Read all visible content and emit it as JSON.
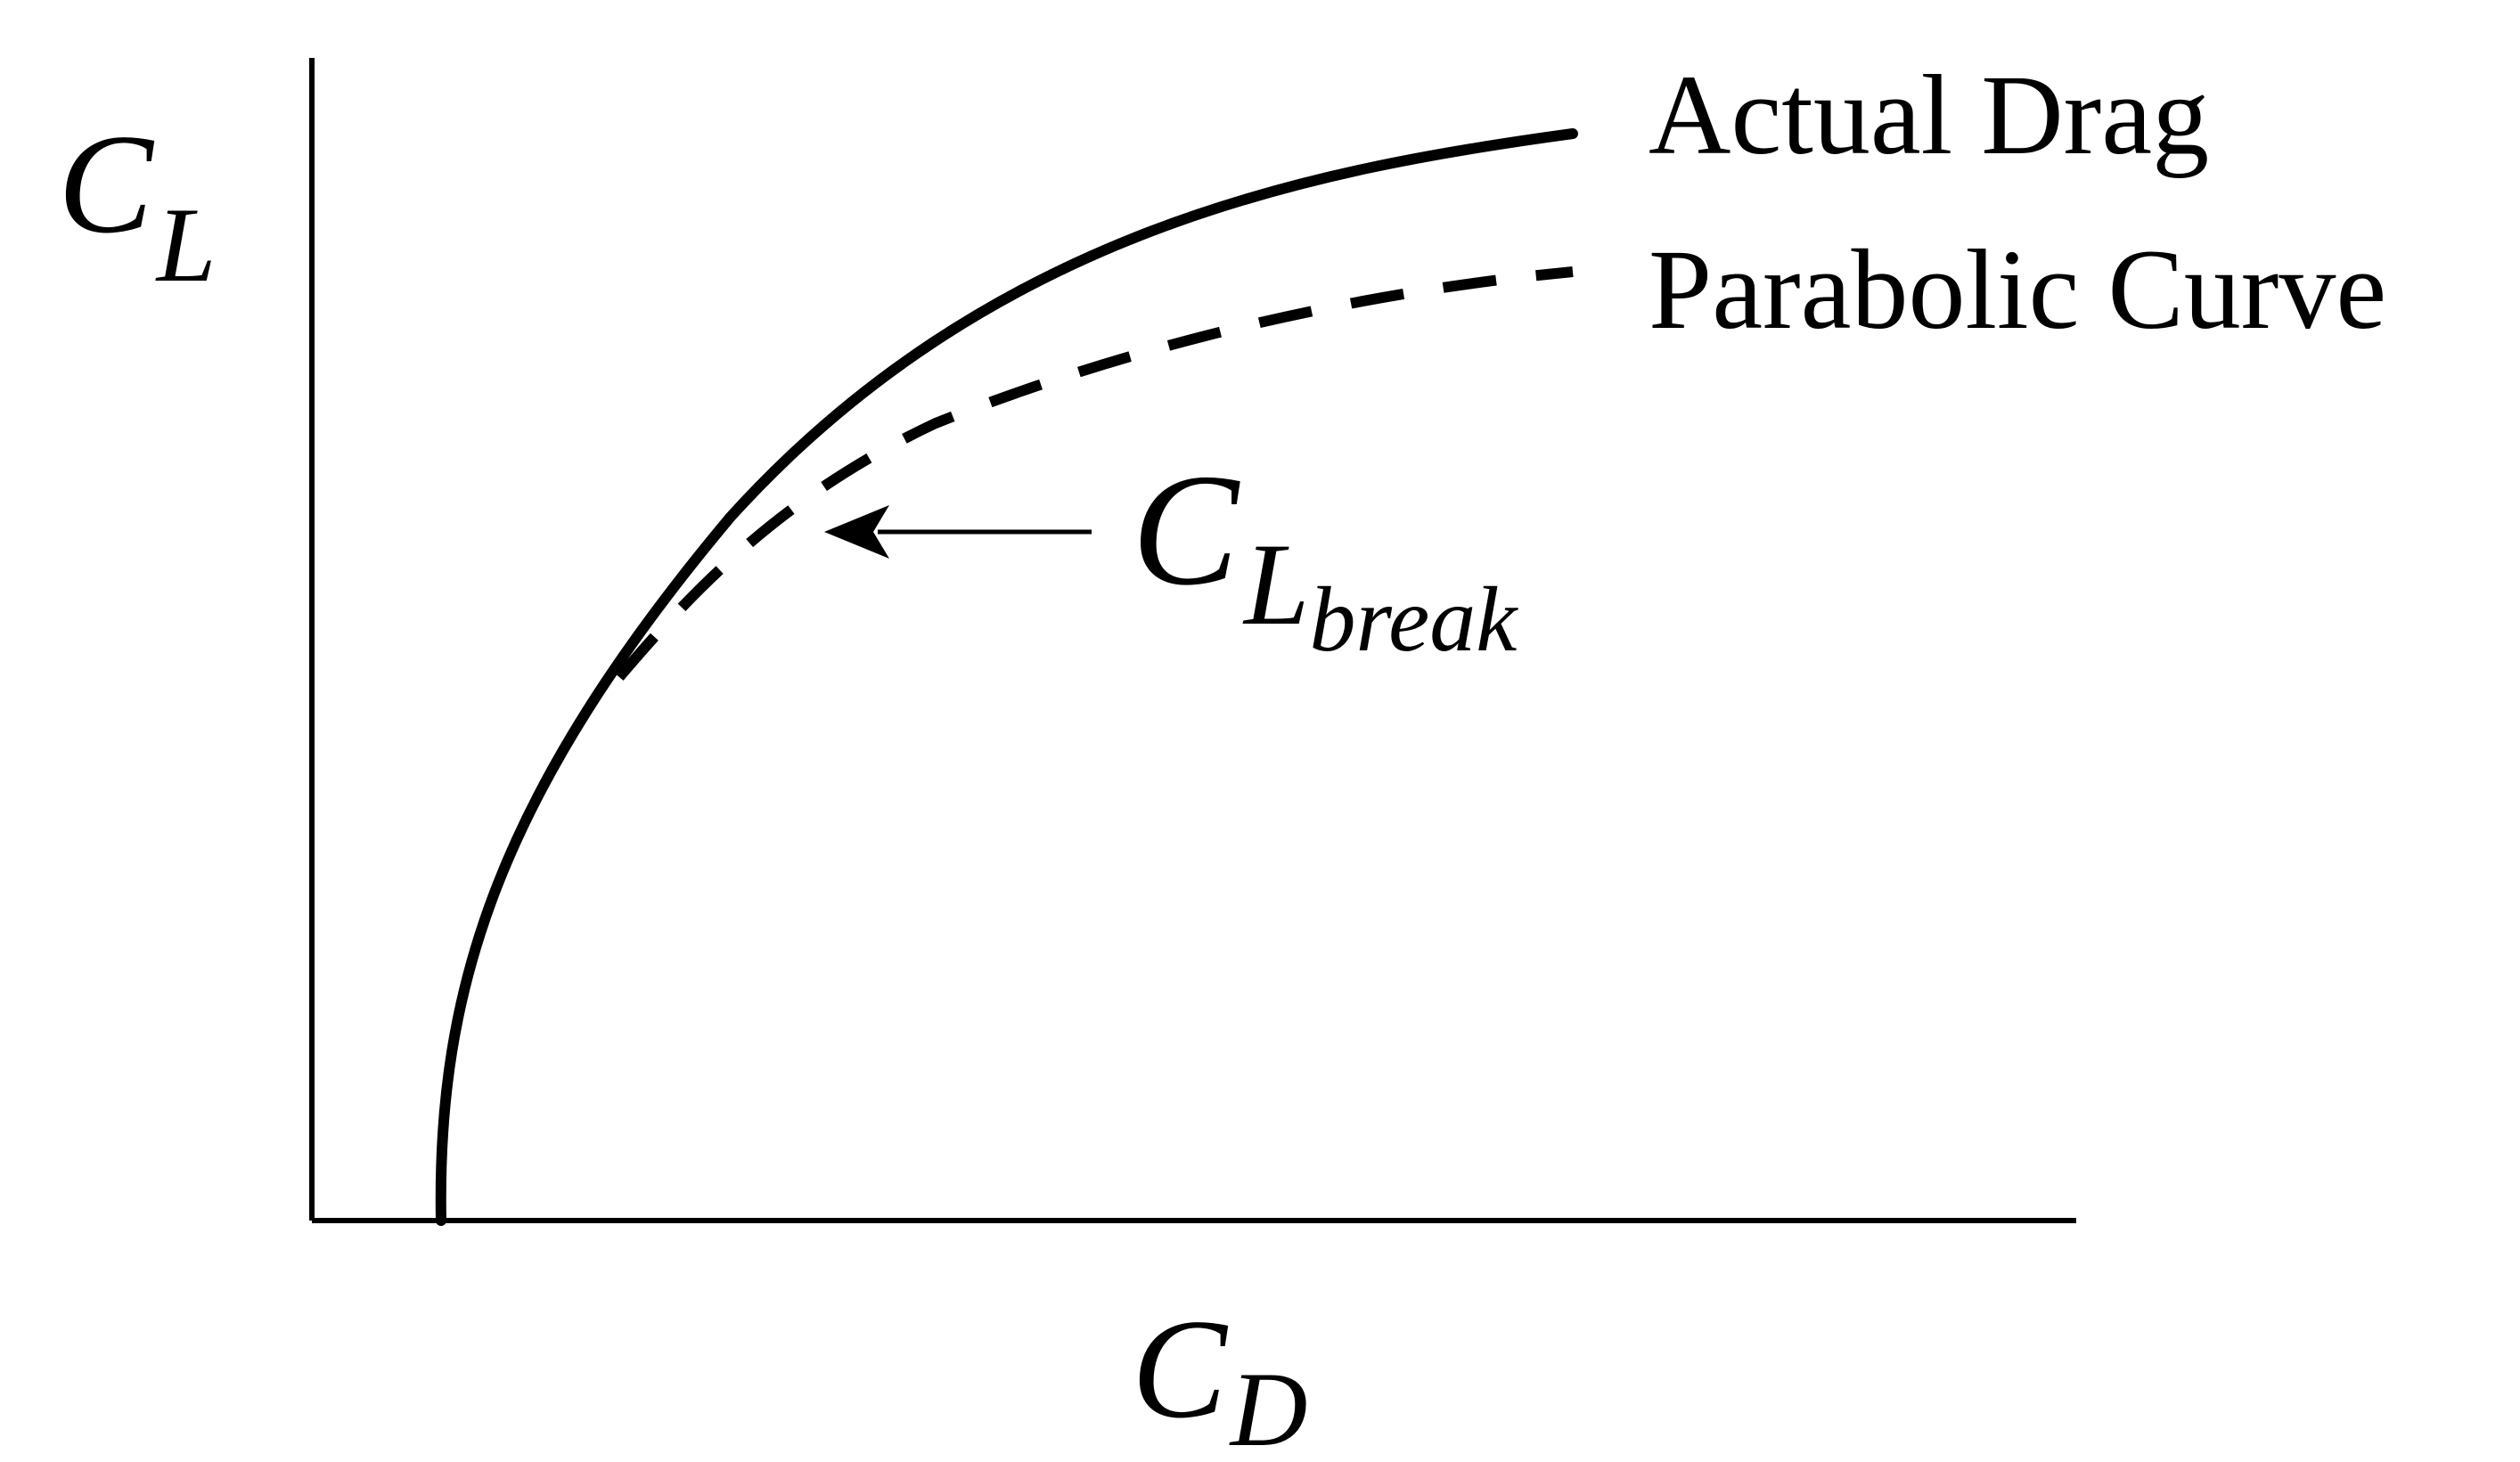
{
  "diagram": {
    "axes": {
      "y_label": {
        "main": "C",
        "subscript": "L"
      },
      "x_label": {
        "main": "C",
        "subscript": "D"
      }
    },
    "curves": {
      "actual_label": "Actual Drag",
      "parabolic_label": "Parabolic Curve"
    },
    "annotation": {
      "main": "C",
      "subscript": "L",
      "sub_subscript": "break"
    },
    "colors": {
      "ink": "#000000",
      "background": "#ffffff"
    }
  }
}
